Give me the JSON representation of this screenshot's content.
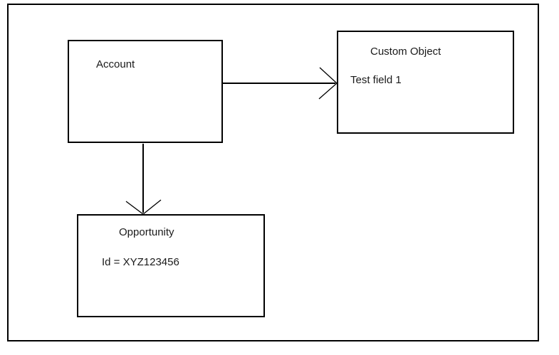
{
  "diagram": {
    "background_color": "#ffffff",
    "line_color": "#000000",
    "nodes": [
      {
        "id": "account",
        "title": "Account",
        "field": ""
      },
      {
        "id": "custom-object",
        "title": "Custom Object",
        "field": "Test field 1"
      },
      {
        "id": "opportunity",
        "title": "Opportunity",
        "field": "Id = XYZ123456"
      }
    ],
    "connectors": [
      {
        "from": "account",
        "to": "custom-object",
        "direction": "right",
        "style": "open-arrow"
      },
      {
        "from": "account",
        "to": "opportunity",
        "direction": "down",
        "style": "open-arrow"
      }
    ]
  }
}
